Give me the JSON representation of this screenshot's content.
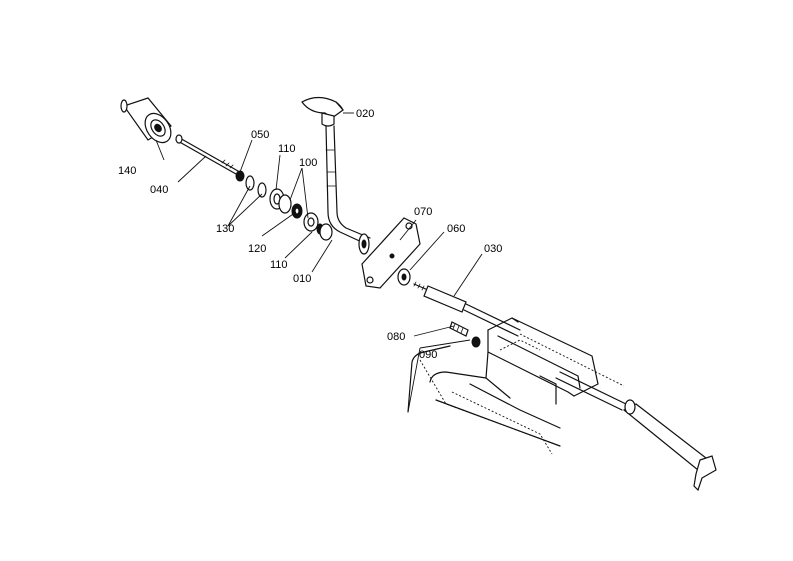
{
  "parts": {
    "p010": "010",
    "p020": "020",
    "p030": "030",
    "p040": "040",
    "p050": "050",
    "p060": "060",
    "p070": "070",
    "p080": "080",
    "p090": "090",
    "p100": "100",
    "p110a": "110",
    "p110b": "110",
    "p120": "120",
    "p130": "130",
    "p140": "140"
  }
}
